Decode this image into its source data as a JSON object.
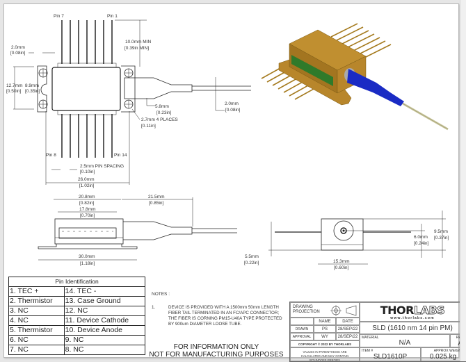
{
  "drawing": {
    "top_view": {
      "pin_labels": {
        "pin7": "Pin 7",
        "pin1": "Pin 1",
        "pin8": "Pin 8",
        "pin14": "Pin 14"
      },
      "dims": {
        "pin_length_mm": "10.0mm MIN",
        "pin_length_in": "[0.39in MIN]",
        "hole_offset_mm": "2.0mm",
        "hole_offset_in": "[0.08in]",
        "height_mm": "12.7mm",
        "height_in": "[0.50in]",
        "hole_pitch_mm": "8.9mm",
        "hole_pitch_in": "[0.35in]",
        "boot_dia_mm": "5.8mm",
        "boot_dia_in": "[0.23in]",
        "hole_dia_mm": "2.7mm 4 PLACES",
        "hole_dia_in": "[0.11in]",
        "fiber_dia_mm": "2.0mm",
        "fiber_dia_in": "[0.08in]",
        "pin_spacing_mm": "2.5mm  PIN SPACING",
        "pin_spacing_in": "[0.10in]",
        "width_mm": "26.0mm",
        "width_in": "[1.02in]"
      }
    },
    "side_view": {
      "dims": {
        "body_mm": "20.8mm",
        "body_in": "[0.82in]",
        "window_mm": "17.8mm",
        "window_in": "[0.70in]",
        "boot_mm": "21.5mm",
        "boot_in": "[0.85in]",
        "base_mm": "30.0mm",
        "base_in": "[1.18in]"
      }
    },
    "end_view": {
      "dims": {
        "pin_height_mm": "5.5mm",
        "pin_height_in": "[0.22in]",
        "center_mm": "6.0mm",
        "center_in": "[0.24in]",
        "total_mm": "9.5mm",
        "total_in": "[0.37in]",
        "width_mm": "15.3mm",
        "width_in": "[0.60in]"
      }
    }
  },
  "pin_table": {
    "title": "Pin Identification",
    "rows": [
      [
        "1. TEC +",
        "14. TEC -"
      ],
      [
        "2. Thermistor",
        "13. Case Ground"
      ],
      [
        "3. NC",
        "12. NC"
      ],
      [
        "4. NC",
        "11. Device Cathode"
      ],
      [
        "5. Thermistor",
        "10. Device Anode"
      ],
      [
        "6. NC",
        "9. NC"
      ],
      [
        "7. NC",
        "8. NC"
      ]
    ]
  },
  "notes": {
    "heading": "NOTES :",
    "items": [
      {
        "num": "1.",
        "text": "DEVICE IS PROVIDED WITH A 1500mm 50mm LENGTH FIBER TAIL TERMINATED IN AN FC/APC CONNECTOR; THE FIBER IS CORNING PM15-U40A TYPE PROTECTED BY 900um DIAMETER LOOSE TUBE."
      }
    ],
    "disclaimer_line1": "FOR INFORMATION ONLY",
    "disclaimer_line2": "NOT FOR MANUFACTURING PURPOSES"
  },
  "title_block": {
    "projection_label": "DRAWING PROJECTION",
    "name_header": "NAME",
    "date_header": "DATE",
    "drawn_label": "DRAWN",
    "drawn_name": "PS",
    "drawn_date": "28/SEP/22",
    "approval_label": "APPROVAL",
    "approval_name": "WY",
    "approval_date": "28/SEP/22",
    "copyright": "COPYRIGHT © 2022 BY THORLABS",
    "values_note": "VALUES IN PARENTHESIS ARE CALCULATED AND MAY CONTAIN ROUNDOFF ERRORS",
    "logo_thor": "THOR",
    "logo_labs": "LABS",
    "website": "www.thorlabs.com",
    "description": "SLD (1610 nm 14 pin PM)",
    "material_label": "MATERIAL",
    "material": "N/A",
    "rev_label": "REV",
    "rev": "A",
    "item_label": "ITEM #",
    "item": "SLD1610P",
    "weight_label": "APPROX WEIGHT",
    "weight": "0.025 kg"
  }
}
